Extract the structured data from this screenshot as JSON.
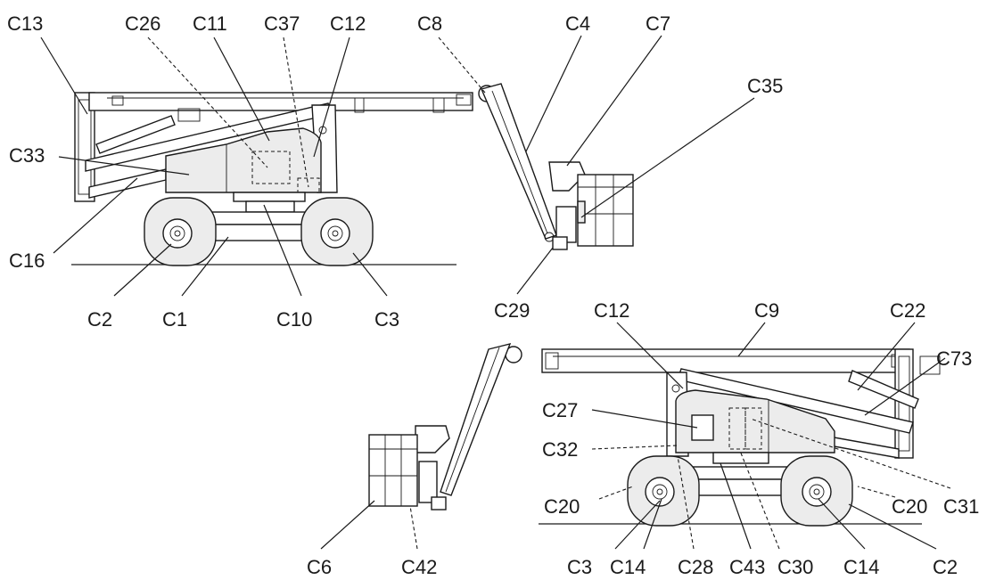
{
  "labels": {
    "c13": "C13",
    "c26": "C26",
    "c11": "C11",
    "c37": "C37",
    "c12_top": "C12",
    "c8": "C8",
    "c4": "C4",
    "c7": "C7",
    "c35": "C35",
    "c33": "C33",
    "c16": "C16",
    "c2_top": "C2",
    "c1": "C1",
    "c10": "C10",
    "c3_top": "C3",
    "c29": "C29",
    "c12_bottom": "C12",
    "c9": "C9",
    "c22": "C22",
    "c73": "C73",
    "c27": "C27",
    "c32": "C32",
    "c31": "C31",
    "c20_left": "C20",
    "c20_right": "C20",
    "c6": "C6",
    "c42": "C42",
    "c3_bottom": "C3",
    "c14_left": "C14",
    "c28": "C28",
    "c43": "C43",
    "c30": "C30",
    "c14_right": "C14",
    "c2_bottom": "C2"
  }
}
